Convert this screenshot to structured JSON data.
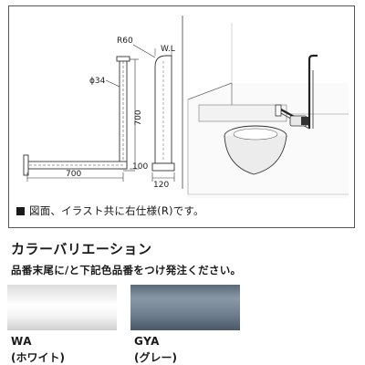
{
  "diagram": {
    "labels": {
      "r60": "R60",
      "wl": "W.L",
      "phi34": "ϕ34",
      "dim700v": "700",
      "dim700h": "700",
      "dim100": "100",
      "dim120": "120"
    },
    "note": "図面、イラスト共に右仕様(R)です。"
  },
  "colors_section": {
    "title": "カラーバリエーション",
    "subtitle": "品番末尾に/と下記色品番をつけ発注ください。",
    "swatches": [
      {
        "code": "WA",
        "name": "(ホワイト)",
        "color": "#f2f2f2"
      },
      {
        "code": "GYA",
        "name": "(グレー)",
        "color": "#6f7f8f"
      }
    ]
  }
}
